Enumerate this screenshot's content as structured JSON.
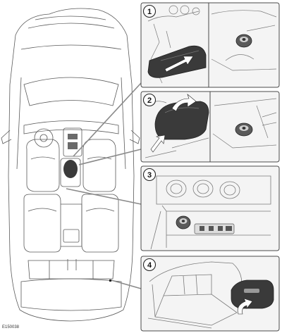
{
  "figure": {
    "reference_code": "E150038",
    "panels": [
      {
        "number": "1"
      },
      {
        "number": "2"
      },
      {
        "number": "3"
      },
      {
        "number": "4"
      }
    ]
  },
  "colors": {
    "line": "#4a4a4a",
    "light_line": "#9a9a9a",
    "panel_fill": "#f4f4f4",
    "shade": "#e6e6e6",
    "dark_part": "#3a3a3a",
    "leader": "#8a8a8a"
  },
  "icons": [
    "arrow-icon",
    "flip-arrow-icon",
    "socket-icon"
  ]
}
